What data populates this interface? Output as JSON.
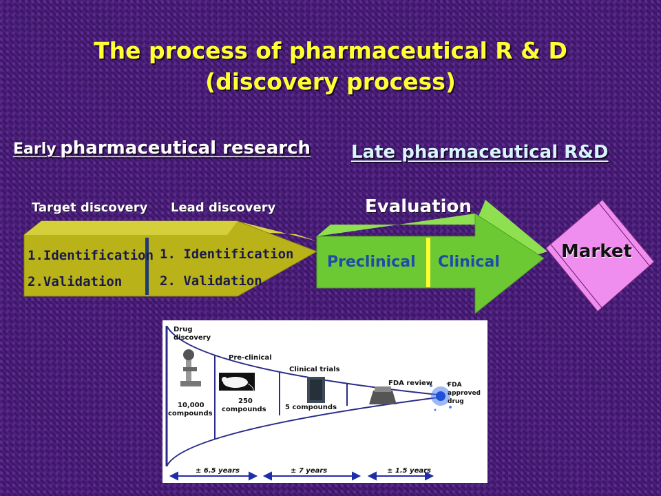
{
  "title": {
    "line1": "The process of pharmaceutical R & D",
    "line2": "(discovery process)"
  },
  "headers": {
    "early_small": "Early",
    "early_big": "pharmaceutical research",
    "late": "Late pharmaceutical R&D"
  },
  "stages": {
    "target_label": "Target discovery",
    "lead_label": "Lead discovery",
    "evaluation_label": "Evaluation",
    "target_items": [
      "1.Identification",
      "2.Validation"
    ],
    "lead_items": [
      "1.  Identification",
      "2.  Validation"
    ],
    "preclinical": "Preclinical",
    "clinical": "Clinical",
    "market": "Market"
  },
  "funnel": {
    "drug_discovery_1": "Drug",
    "drug_discovery_2": "discovery",
    "preclinical": "Pre-clinical",
    "clinical_trials": "Clinical trials",
    "fda_review": "FDA review",
    "fda_approved_1": "FDA",
    "fda_approved_2": "approved",
    "fda_approved_3": "drug",
    "count1_a": "10,000",
    "count1_b": "compounds",
    "count2_a": "250",
    "count2_b": "compounds",
    "count3": "5 compounds",
    "years": [
      "± 6.5 years",
      "± 7 years",
      "± 1.5 years"
    ]
  },
  "colors": {
    "title": "#ffff33",
    "olive": "#b9b319",
    "green": "#6cc934",
    "market": "#f08ef0",
    "blue_text": "#1e4aa8"
  }
}
